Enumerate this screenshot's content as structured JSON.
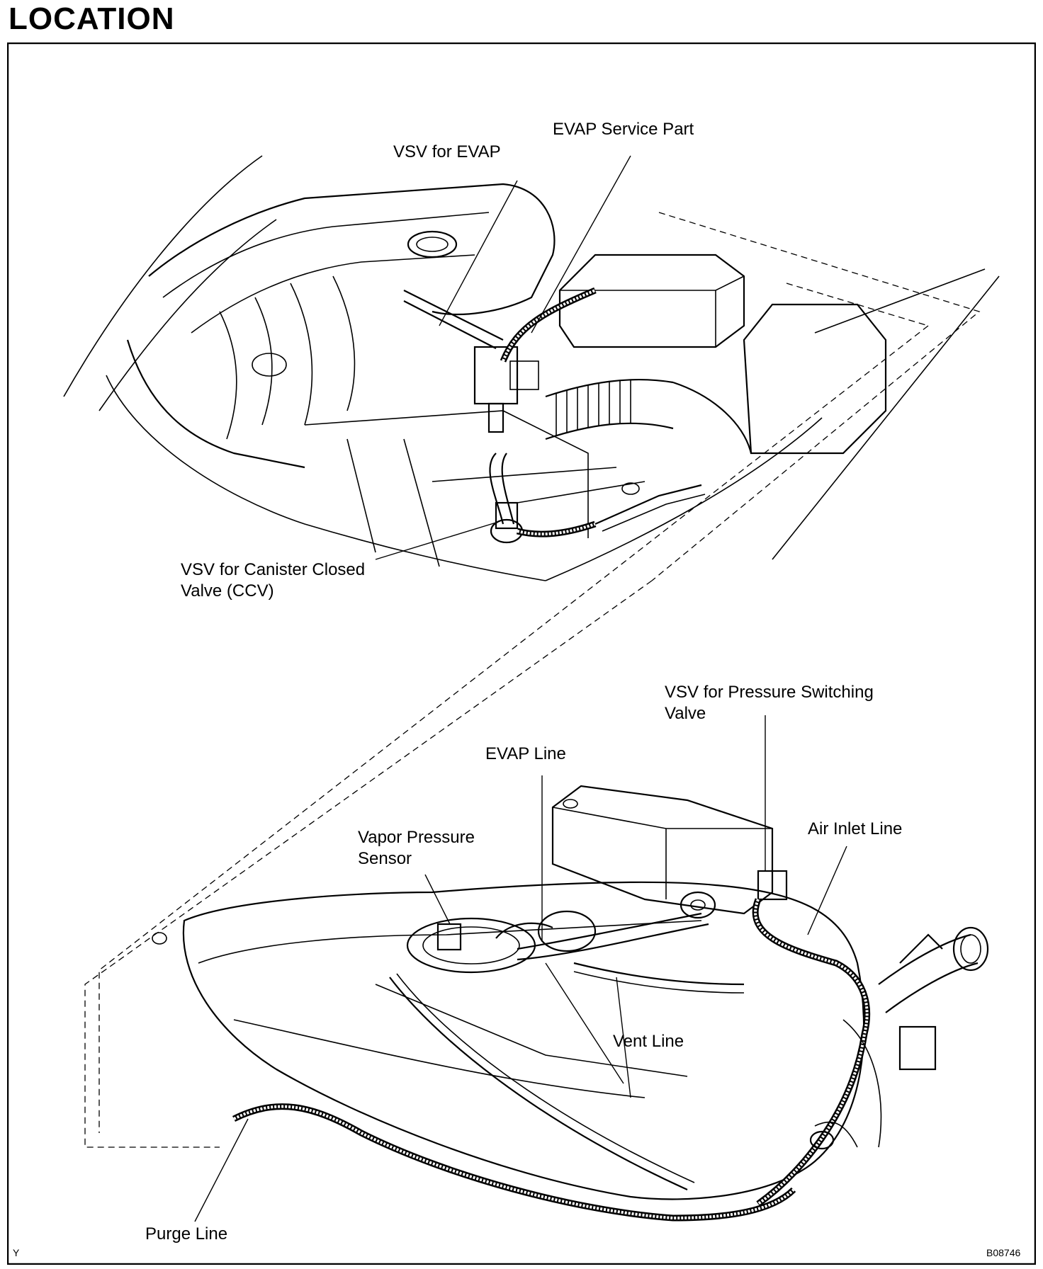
{
  "page": {
    "title": "LOCATION",
    "corner_left": "Y",
    "corner_right": "B08746"
  },
  "labels": {
    "evap_service_part": "EVAP Service Part",
    "vsv_for_evap": "VSV for EVAP",
    "vsv_ccv_line1": "VSV for Canister Closed",
    "vsv_ccv_line2": "Valve (CCV)",
    "vsv_psv_line1": "VSV for Pressure Switching",
    "vsv_psv_line2": "Valve",
    "evap_line": "EVAP Line",
    "air_inlet_line": "Air Inlet Line",
    "vapor_pressure_sensor_line1": "Vapor Pressure",
    "vapor_pressure_sensor_line2": "Sensor",
    "vent_line": "Vent Line",
    "purge_line": "Purge Line"
  }
}
